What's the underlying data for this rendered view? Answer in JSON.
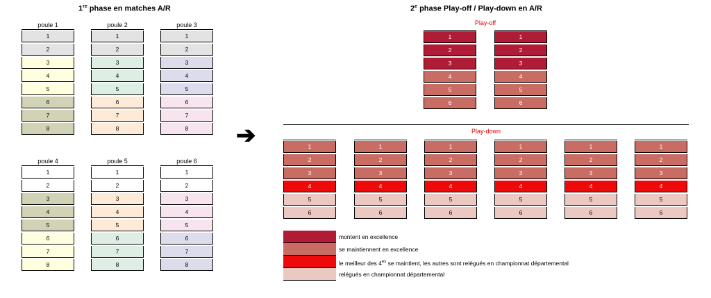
{
  "titles": {
    "phase1_prefix": "1",
    "phase1_sup": "re",
    "phase1_rest": " phase en matches A/R",
    "phase2_prefix": "2",
    "phase2_sup": "e",
    "phase2_rest": " phase Play-off / Play-down en A/R"
  },
  "colors": {
    "grey": "#e3e3e3",
    "white": "#ffffff",
    "yellow": "#ffffe0",
    "olive": "#d2d2b6",
    "green": "#dcefe2",
    "peach": "#fdebd8",
    "lavender": "#dcdcec",
    "pink": "#f8e4ef",
    "dark": "#b01c36",
    "mid": "#c86c64",
    "red": "#ee0a0a",
    "light": "#ecc8c2"
  },
  "pools": [
    {
      "label": "poule 1",
      "rows": [
        "1",
        "2",
        "3",
        "4",
        "5",
        "6",
        "7",
        "8"
      ],
      "fills": [
        "grey",
        "grey",
        "yellow",
        "yellow",
        "yellow",
        "olive",
        "olive",
        "olive"
      ]
    },
    {
      "label": "poule 2",
      "rows": [
        "1",
        "2",
        "3",
        "4",
        "5",
        "6",
        "7",
        "8"
      ],
      "fills": [
        "grey",
        "grey",
        "green",
        "green",
        "green",
        "peach",
        "peach",
        "peach"
      ]
    },
    {
      "label": "poule 3",
      "rows": [
        "1",
        "2",
        "3",
        "4",
        "5",
        "6",
        "7",
        "8"
      ],
      "fills": [
        "grey",
        "grey",
        "lavender",
        "lavender",
        "lavender",
        "pink",
        "pink",
        "pink"
      ]
    },
    {
      "label": "poule 4",
      "rows": [
        "1",
        "2",
        "3",
        "4",
        "5",
        "6",
        "7",
        "8"
      ],
      "fills": [
        "white",
        "white",
        "olive",
        "olive",
        "olive",
        "yellow",
        "yellow",
        "yellow"
      ]
    },
    {
      "label": "poule 5",
      "rows": [
        "1",
        "2",
        "3",
        "4",
        "5",
        "6",
        "7",
        "8"
      ],
      "fills": [
        "white",
        "white",
        "peach",
        "peach",
        "peach",
        "green",
        "green",
        "green"
      ]
    },
    {
      "label": "poule 6",
      "rows": [
        "1",
        "2",
        "3",
        "4",
        "5",
        "6",
        "7",
        "8"
      ],
      "fills": [
        "white",
        "white",
        "pink",
        "pink",
        "pink",
        "lavender",
        "lavender",
        "lavender"
      ]
    }
  ],
  "arrow": "➔",
  "playoff": {
    "label": "Play-off",
    "columns": [
      {
        "rows": [
          "1",
          "2",
          "3",
          "4",
          "5",
          "6"
        ],
        "fills": [
          "dark",
          "dark",
          "dark",
          "mid",
          "mid",
          "mid"
        ]
      },
      {
        "rows": [
          "1",
          "2",
          "3",
          "4",
          "5",
          "6"
        ],
        "fills": [
          "dark",
          "dark",
          "dark",
          "mid",
          "mid",
          "mid"
        ]
      }
    ]
  },
  "playdown": {
    "label": "Play-down",
    "columns": [
      {
        "rows": [
          "1",
          "2",
          "3",
          "4",
          "5",
          "6"
        ],
        "fills": [
          "mid",
          "mid",
          "mid",
          "red",
          "light",
          "light"
        ]
      },
      {
        "rows": [
          "1",
          "2",
          "3",
          "4",
          "5",
          "6"
        ],
        "fills": [
          "mid",
          "mid",
          "mid",
          "red",
          "light",
          "light"
        ]
      },
      {
        "rows": [
          "1",
          "2",
          "3",
          "4",
          "5",
          "6"
        ],
        "fills": [
          "mid",
          "mid",
          "mid",
          "red",
          "light",
          "light"
        ]
      },
      {
        "rows": [
          "1",
          "2",
          "3",
          "4",
          "5",
          "6"
        ],
        "fills": [
          "mid",
          "mid",
          "mid",
          "red",
          "light",
          "light"
        ]
      },
      {
        "rows": [
          "1",
          "2",
          "3",
          "4",
          "5",
          "6"
        ],
        "fills": [
          "mid",
          "mid",
          "mid",
          "red",
          "light",
          "light"
        ]
      },
      {
        "rows": [
          "1",
          "2",
          "3",
          "4",
          "5",
          "6"
        ],
        "fills": [
          "mid",
          "mid",
          "mid",
          "red",
          "light",
          "light"
        ]
      }
    ]
  },
  "legend": [
    {
      "fill": "dark",
      "text": "montent en excellence"
    },
    {
      "fill": "mid",
      "text": "se maintiennent en excellence"
    },
    {
      "fill": "red",
      "text_before": "le meilleur des 4",
      "text_sup": "es",
      "text_after": " se maintient, les autres sont relégués en championnat départemental"
    },
    {
      "fill": "light",
      "text": "relégués en championnat départemental"
    }
  ]
}
